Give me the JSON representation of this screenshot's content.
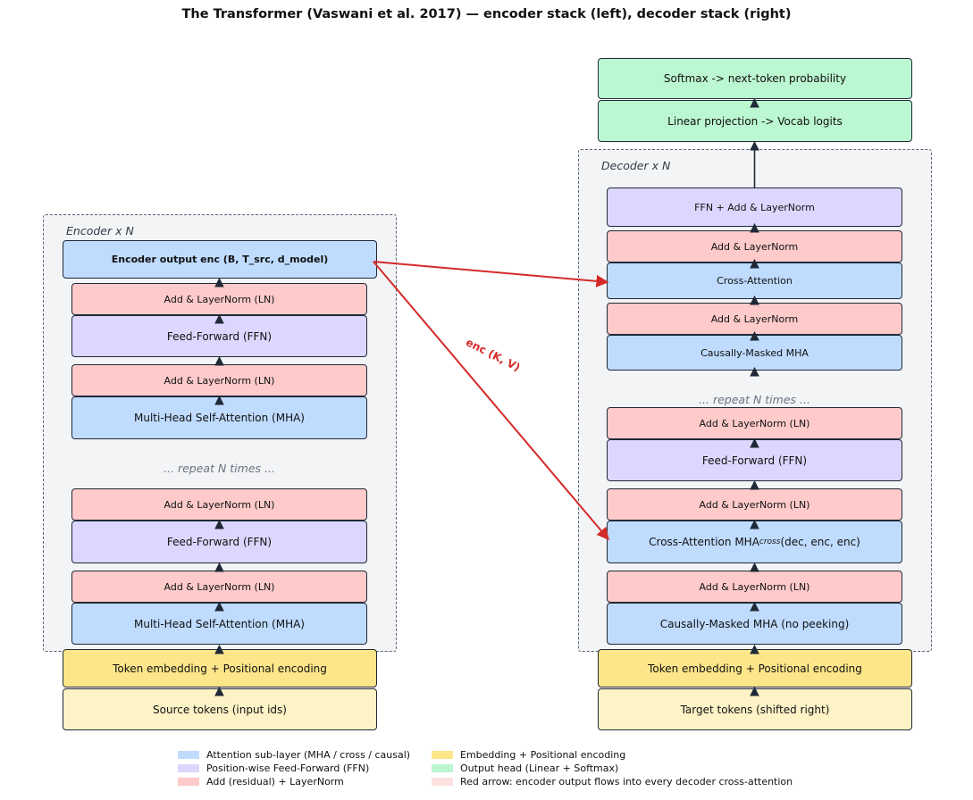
{
  "title": "The Transformer (Vaswani et al. 2017) — encoder stack (left), decoder stack (right)",
  "encoder": {
    "frame_label": "Encoder x N",
    "output": "Encoder output  enc  (B, T_src, d_model)",
    "upper_ln2": "Add & LayerNorm (LN)",
    "upper_ffn": "Feed-Forward (FFN)",
    "upper_ln1": "Add & LayerNorm (LN)",
    "upper_mha": "Multi-Head Self-Attention (MHA)",
    "repeat": "... repeat N times ...",
    "lower_ln2": "Add & LayerNorm (LN)",
    "lower_ffn": "Feed-Forward (FFN)",
    "lower_ln1": "Add & LayerNorm (LN)",
    "lower_mha": "Multi-Head Self-Attention (MHA)",
    "embedding": "Token embedding + Positional encoding",
    "tokens": "Source tokens (input ids)"
  },
  "decoder": {
    "frame_label": "Decoder x N",
    "softmax": "Softmax  ->  next-token probability",
    "linear": "Linear projection  ->  Vocab logits",
    "top_ffn": "FFN  +  Add & LayerNorm",
    "top_ln2": "Add & LayerNorm",
    "top_cross": "Cross-Attention",
    "top_ln1": "Add & LayerNorm",
    "top_masked": "Causally-Masked MHA",
    "repeat": "... repeat N times ...",
    "low_ln3": "Add & LayerNorm (LN)",
    "low_ffn": "Feed-Forward (FFN)",
    "low_ln2": "Add & LayerNorm (LN)",
    "low_cross_prefix": "Cross-Attention  MHA",
    "low_cross_sub": "cross",
    "low_cross_suffix": "(dec, enc, enc)",
    "low_ln1": "Add & LayerNorm (LN)",
    "low_masked": "Causally-Masked MHA  (no peeking)",
    "embedding": "Token embedding + Positional encoding",
    "tokens": "Target tokens (shifted right)"
  },
  "arrow_label": "enc  (K, V)",
  "legend": [
    {
      "label": "Attention sub-layer (MHA / cross / causal)",
      "color": "#bfdbfe"
    },
    {
      "label": "Position-wise Feed-Forward (FFN)",
      "color": "#ddd6fe"
    },
    {
      "label": "Add (residual) + LayerNorm",
      "color": "#fecaca"
    },
    {
      "label": "Embedding + Positional encoding",
      "color": "#fde68a"
    },
    {
      "label": "Output head (Linear + Softmax)",
      "color": "#bbf7d0"
    },
    {
      "label": "Red arrow: encoder output flows into every decoder cross-attention",
      "color": "#fee2e2"
    }
  ],
  "colors": {
    "attention": "#bfdbfe",
    "ffn": "#ddd6fe",
    "layernorm": "#fecaca",
    "embedding": "#fde68a",
    "tokens": "#fef3c7",
    "output": "#bbf7d0",
    "red_arrow": "#d42a2a",
    "frame": "#f3f4f6"
  }
}
